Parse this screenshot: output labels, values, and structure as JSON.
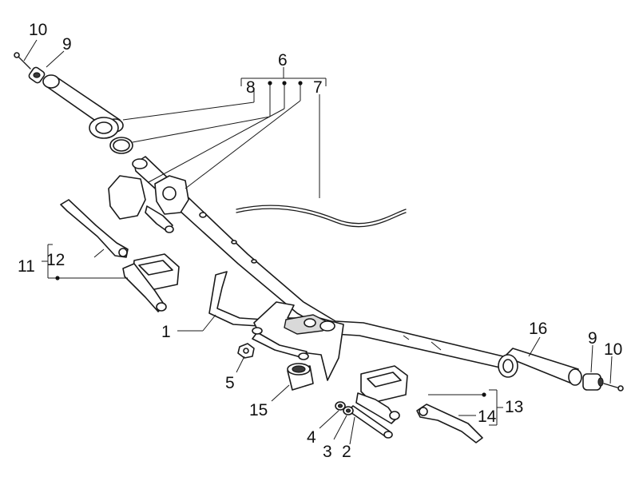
{
  "diagram": {
    "callouts": {
      "c1": "1",
      "c2": "2",
      "c3": "3",
      "c4": "4",
      "c5": "5",
      "c6": "6",
      "c7": "7",
      "c8": "8",
      "c9_left": "9",
      "c9_right": "9",
      "c10_left": "10",
      "c10_right": "10",
      "c11": "11",
      "c12": "12",
      "c13": "13",
      "c14": "14",
      "c15": "15",
      "c16": "16"
    }
  }
}
